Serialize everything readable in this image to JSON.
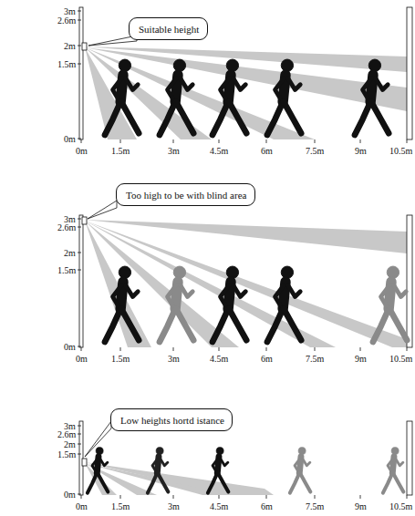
{
  "diagram": {
    "nodes": [
      {
        "text": [
          "Suitable height"
        ]
      },
      {
        "text": [
          "Too high to be with blind area"
        ]
      },
      {
        "text": [
          "Low heights hortd istance"
        ]
      }
    ],
    "labels": [
      "3m",
      "2.6m",
      "2m",
      "1.5m",
      "0m",
      "0m",
      "1.5m",
      "3m",
      "4.5m",
      "6m",
      "7.5m",
      "9m",
      "10.5m",
      "3m",
      "2.6m",
      "2m",
      "1.5m",
      "0m",
      "0m",
      "1.5m",
      "3m",
      "4.5m",
      "6m",
      "7.5m",
      "9m",
      "10.5m",
      "3m",
      "2.6m",
      "2m",
      "1.5m",
      "0m",
      "0m",
      "1.5m",
      "3m",
      "4.5m",
      "6m",
      "7.5m",
      "9m",
      "10.5m"
    ]
  }
}
